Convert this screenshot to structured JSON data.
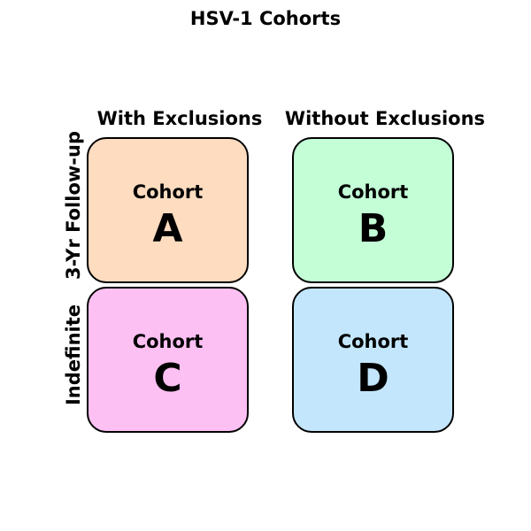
{
  "title": "HSV-1 Cohorts",
  "columns": [
    "With Exclusions",
    "Without Exclusions"
  ],
  "rows": [
    "3-Yr Follow-up",
    "Indefinite"
  ],
  "cohorts": [
    {
      "caption": "Cohort",
      "letter": "A",
      "color": "#fddcc0"
    },
    {
      "caption": "Cohort",
      "letter": "B",
      "color": "#c3fed6"
    },
    {
      "caption": "Cohort",
      "letter": "C",
      "color": "#fdc0f3"
    },
    {
      "caption": "Cohort",
      "letter": "D",
      "color": "#c3e6fd"
    }
  ]
}
